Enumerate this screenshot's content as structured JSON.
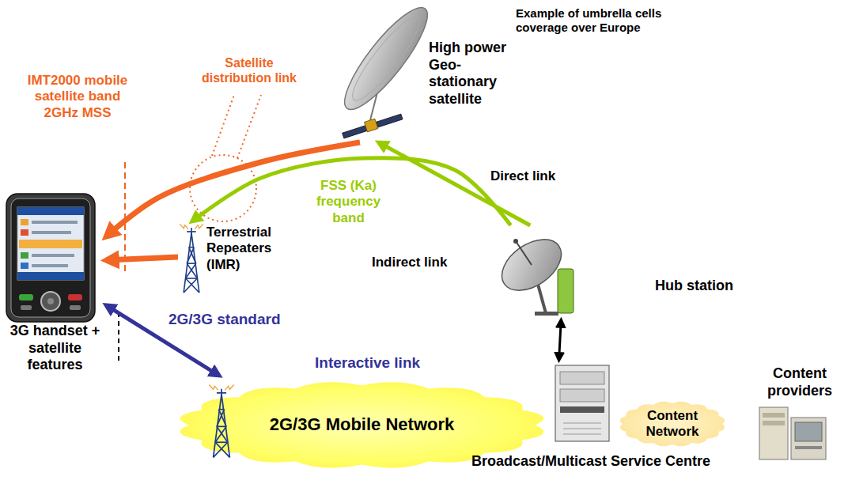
{
  "diagram": {
    "nodes": [
      {
        "text": [
          "High power Geo-stationary satellite"
        ]
      },
      {
        "text": [
          "3G handset + satellite features"
        ]
      },
      {
        "text": [
          "Terrestrial Repeaters (IMR)"
        ]
      },
      {
        "text": [
          "Hub station"
        ]
      },
      {
        "text": [
          "2G/3G Mobile Network"
        ]
      },
      {
        "text": [
          "Broadcast/Multicast Service Centre"
        ]
      },
      {
        "text": [
          "Content Network"
        ]
      },
      {
        "text": [
          "Content providers"
        ]
      }
    ],
    "edges": [
      {
        "from": 0,
        "to": 1,
        "arrow": "to"
      },
      {
        "from": 2,
        "to": 1,
        "arrow": "to"
      },
      {
        "from": 3,
        "to": 0,
        "arrow": "to",
        "label": "Direct link"
      },
      {
        "from": 3,
        "to": 2,
        "arrow": "to",
        "label": "Indirect link"
      },
      {
        "from": 1,
        "to": 4,
        "arrow": "both",
        "label": "2G/3G standard"
      },
      {
        "from": 3,
        "to": 5,
        "arrow": "both"
      }
    ],
    "labels": [
      "Example of umbrella cells coverage over Europe",
      "IMT2000 mobile satellite band 2GHz MSS",
      "Satellite distribution link",
      "FSS (Ka) frequency band",
      "Interactive link"
    ]
  }
}
